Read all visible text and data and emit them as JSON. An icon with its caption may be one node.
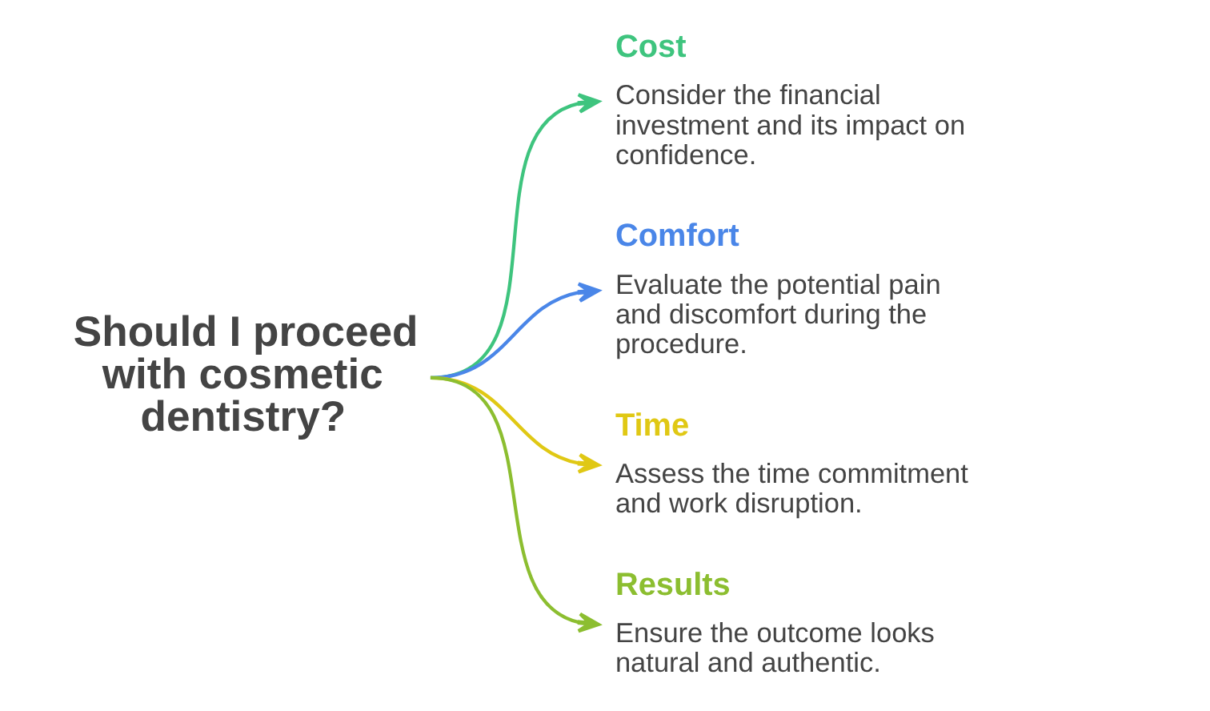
{
  "diagram": {
    "nodes": [
      {
        "text": [
          "Should I proceed with cosmetic dentistry?"
        ]
      },
      {
        "text": [
          "Cost",
          "Consider the financial investment and its impact on confidence."
        ]
      },
      {
        "text": [
          "Comfort",
          "Evaluate the potential pain and discomfort during the procedure."
        ]
      },
      {
        "text": [
          "Time",
          "Assess the time commitment and work disruption."
        ]
      },
      {
        "text": [
          "Results",
          "Ensure the outcome looks natural and authentic."
        ]
      }
    ],
    "edges": [
      {
        "from": 0,
        "to": 1,
        "arrow": "to",
        "color": "#3ec47e"
      },
      {
        "from": 0,
        "to": 2,
        "arrow": "to",
        "color": "#4a86e8"
      },
      {
        "from": 0,
        "to": 3,
        "arrow": "to",
        "color": "#e0c814"
      },
      {
        "from": 0,
        "to": 4,
        "arrow": "to",
        "color": "#8cbe30"
      }
    ]
  }
}
